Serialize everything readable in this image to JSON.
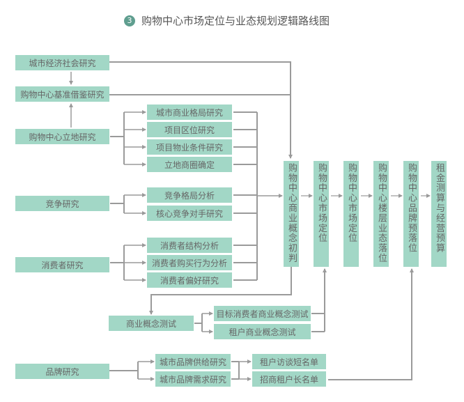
{
  "title": {
    "step_number": "3",
    "text": "购物中心市场定位与业态规划逻辑路线图"
  },
  "sources": {
    "city_econ": "城市经济社会研究",
    "benchmark": "购物中心基准借鉴研究",
    "site": "购物中心立地研究",
    "competition": "竞争研究",
    "consumer": "消费者研究",
    "brand": "品牌研究"
  },
  "site_studies": [
    "城市商业格局研究",
    "项目区位研究",
    "项目物业条件研究",
    "立地商圈确定"
  ],
  "competition_studies": [
    "竞争格局分析",
    "核心竞争对手研究"
  ],
  "consumer_studies": [
    "消费者结构分析",
    "消费者购买行为分析",
    "消费者偏好研究"
  ],
  "concept_test": {
    "label": "商业概念测试",
    "tests": [
      "目标消费者商业概念测试",
      "租户商业概念测试"
    ]
  },
  "brand_studies": [
    "城市品牌供给研究",
    "城市品牌需求研究"
  ],
  "tenant_lists": [
    "租户访谈短名单",
    "招商租户长名单"
  ],
  "stages": [
    "购物中心商业概念初判",
    "购物中心市场定位",
    "购物中心市场定位",
    "购物中心楼层业态落位",
    "购物中心品牌预落位",
    "租金测算与经营预算"
  ],
  "colors": {
    "box_fill": "#a2d7c6",
    "text": "#666666",
    "connector": "#9a9a9a",
    "badge": "#5f9e8f"
  }
}
